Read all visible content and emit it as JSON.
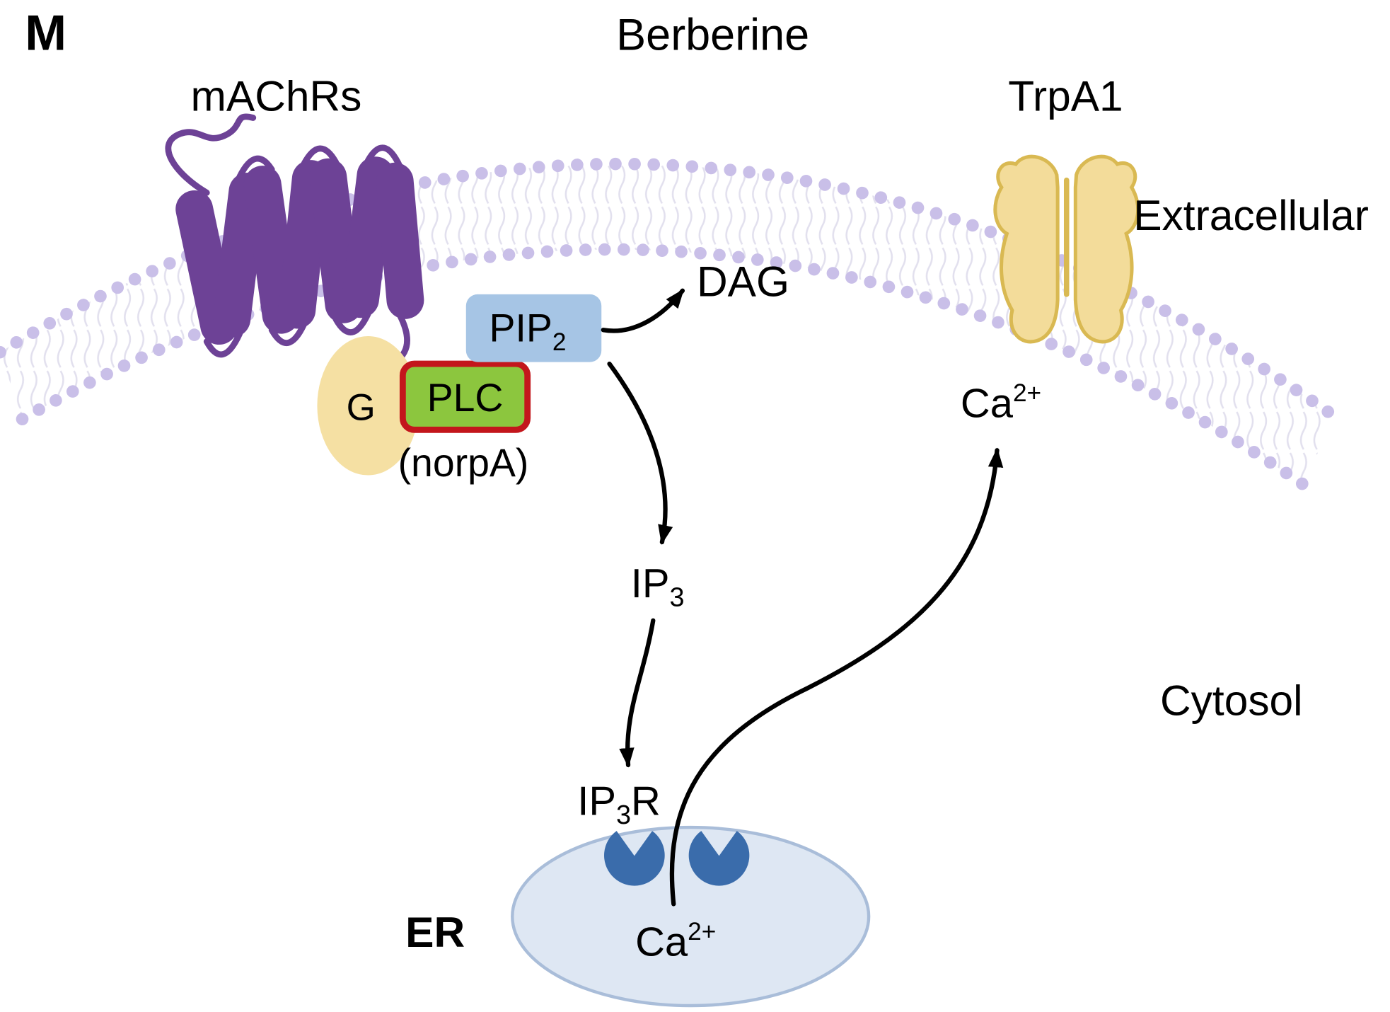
{
  "figure": {
    "panel_label": "M",
    "title": "Berberine"
  },
  "labels": {
    "receptor": "mAChRs",
    "channel": "TrpA1",
    "extracellular": "Extracellular",
    "cytosol": "Cytosol",
    "g_protein": "G",
    "plc": "PLC",
    "plc_gene": "(norpA)",
    "pip2_main": "PIP",
    "pip2_sub": "2",
    "dag": "DAG",
    "ip3_main": "IP",
    "ip3_sub": "3",
    "ip3r_main": "IP",
    "ip3r_sub": "3",
    "ip3r_suffix": "R",
    "er": "ER",
    "ca_main": "Ca",
    "ca_sup": "2+"
  },
  "colors": {
    "red_label": "#b01f24",
    "norpa_red": "#c3161c",
    "receptor_purple": "#6d4296",
    "membrane_dots": "#c9bfe8",
    "lipid_tails": "#e2e0ee",
    "g_protein_fill": "#f5e0a3",
    "plc_fill": "#8cc63e",
    "plc_border": "#c3161c",
    "pip2_fill": "#a6c5e5",
    "channel_fill": "#f3dc9a",
    "channel_stroke": "#d9b952",
    "er_fill": "#dee7f3",
    "er_stroke": "#a9bdd9",
    "ip3r_blue": "#3a6cab",
    "arrow": "#000000"
  }
}
